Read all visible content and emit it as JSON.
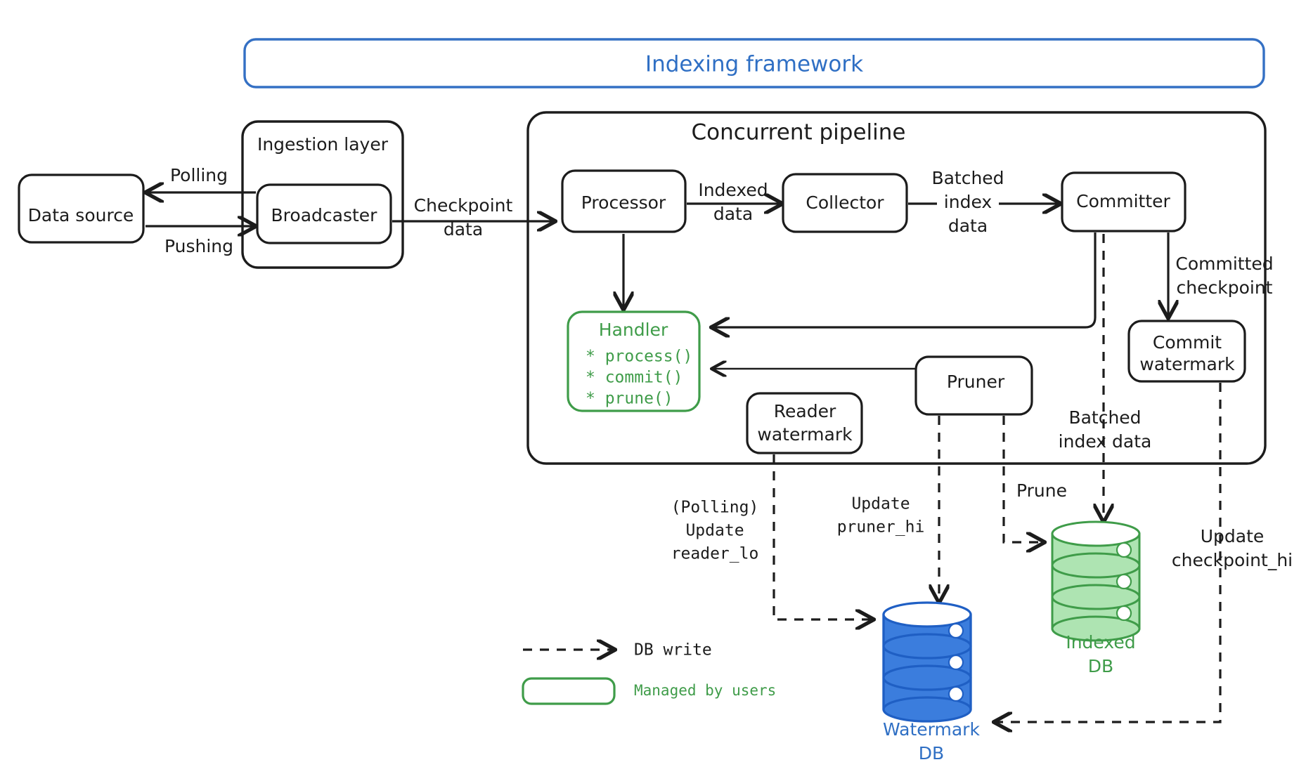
{
  "diagram": {
    "title_banner": "Indexing framework",
    "groups": [
      {
        "id": "ingestion",
        "label": "Ingestion layer"
      },
      {
        "id": "pipeline",
        "label": "Concurrent pipeline"
      }
    ],
    "nodes": {
      "data_source": "Data source",
      "broadcaster": "Broadcaster",
      "processor": "Processor",
      "collector": "Collector",
      "committer": "Committer",
      "commit_watermark_line1": "Commit",
      "commit_watermark_line2": "watermark",
      "reader_watermark_line1": "Reader",
      "reader_watermark_line2": "watermark",
      "pruner": "Pruner",
      "handler_title": "Handler",
      "handler_methods": [
        "* process()",
        "* commit()",
        "* prune()"
      ]
    },
    "databases": [
      {
        "id": "watermark_db",
        "label_line1": "Watermark",
        "label_line2": "DB",
        "color": "#2f6fc4"
      },
      {
        "id": "indexed_db",
        "label_line1": "Indexed",
        "label_line2": "DB",
        "color": "#3f9c49"
      }
    ],
    "edge_labels": {
      "polling": "Polling",
      "pushing": "Pushing",
      "checkpoint_data_l1": "Checkpoint",
      "checkpoint_data_l2": "data",
      "indexed_data_l1": "Indexed",
      "indexed_data_l2": "data",
      "batched_index_data_l1": "Batched",
      "batched_index_data_l2": "index",
      "batched_index_data_l3": "data",
      "committed_checkpoint_l1": "Committed",
      "committed_checkpoint_l2": "checkpoint",
      "batched_index_data2_l1": "Batched",
      "batched_index_data2_l2": "index data",
      "prune": "Prune",
      "polling_update_l1": "(Polling)",
      "polling_update_l2": "Update",
      "polling_update_l3": "reader_lo",
      "update_pruner_l1": "Update",
      "update_pruner_l2": "pruner_hi",
      "update_checkpoint_l1": "Update",
      "update_checkpoint_l2": "checkpoint_hi"
    },
    "legend": [
      {
        "id": "db-write",
        "label": "DB write",
        "style": "dashed-arrow"
      },
      {
        "id": "managed-by-users",
        "label": "Managed by users",
        "style": "green-rounded-box"
      }
    ],
    "colors": {
      "ink": "#1c1c1c",
      "blue": "#2f6fc4",
      "green": "#3f9c49",
      "db_blue_fill": "#3b7ddd",
      "db_green_fill": "#aee4b2"
    }
  }
}
